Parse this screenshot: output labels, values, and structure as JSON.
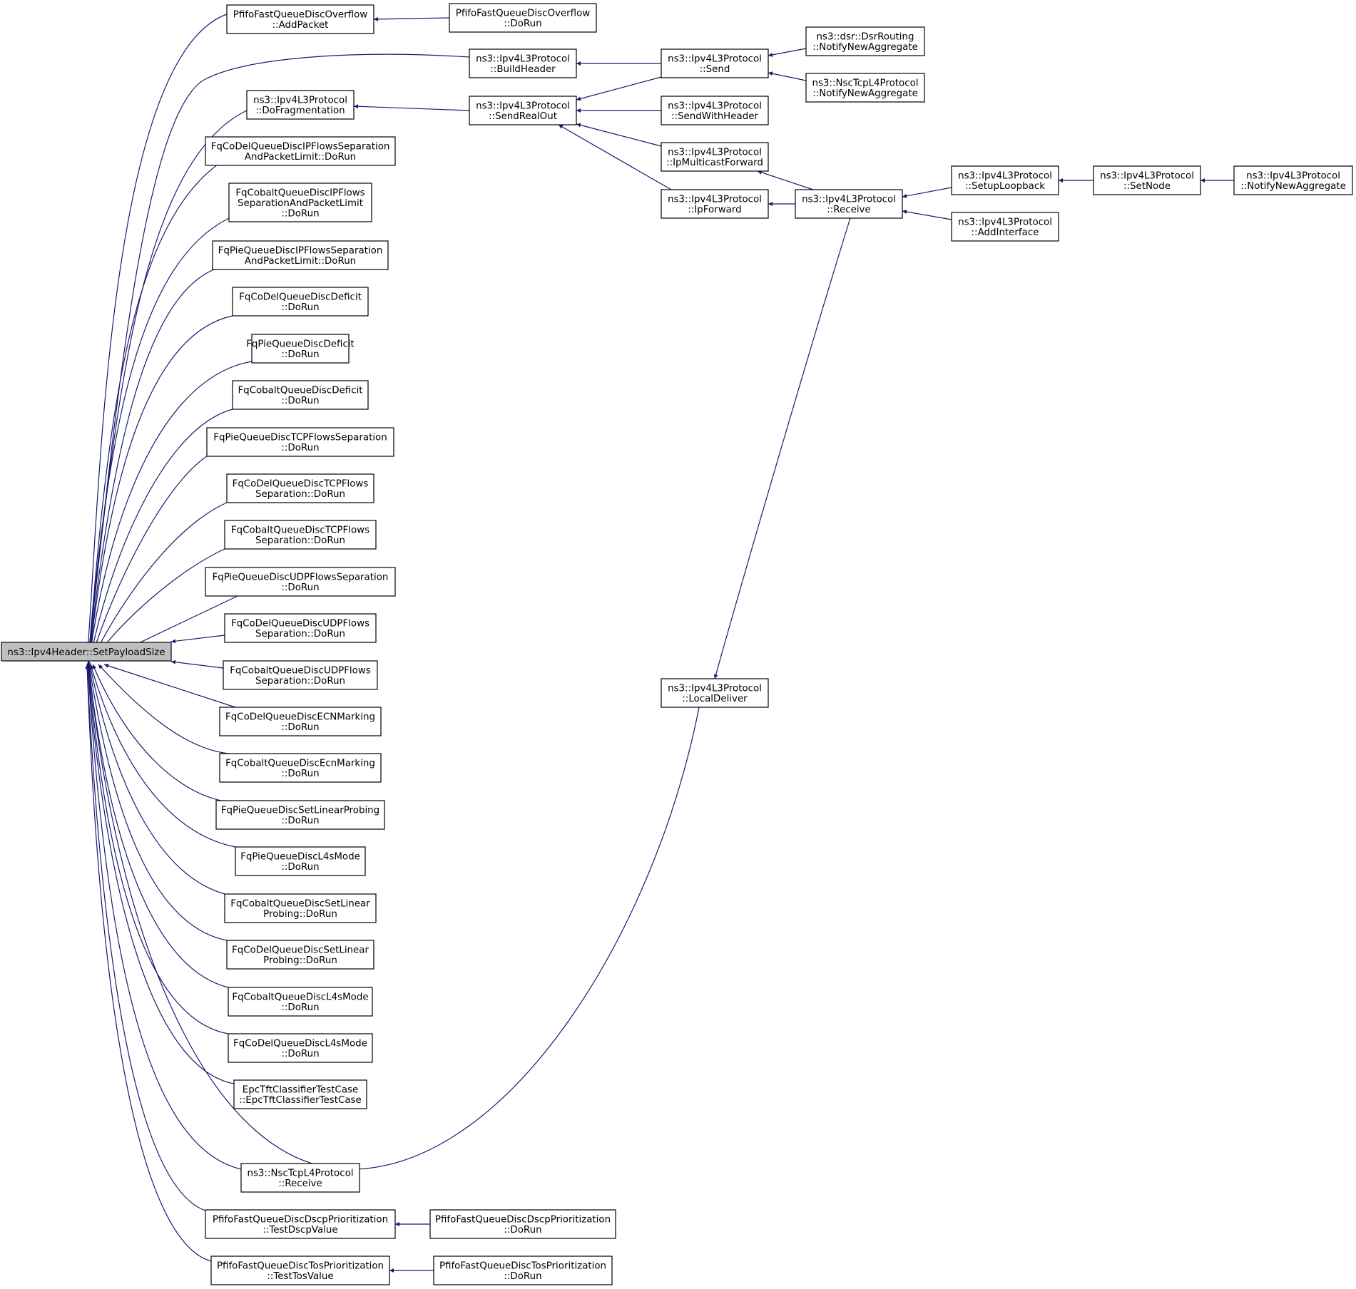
{
  "colors": {
    "edge": "#191970",
    "node_border": "#000000",
    "node_fill": "#ffffff",
    "focus_fill": "#bfbfbf"
  },
  "nodes": {
    "root": {
      "lines": [
        "ns3::Ipv4Header::SetPayloadSize"
      ],
      "focus": true
    },
    "pf_add": {
      "lines": [
        "PfifoFastQueueDiscOverflow",
        "::AddPacket"
      ]
    },
    "pf_run": {
      "lines": [
        "PfifoFastQueueDiscOverflow",
        "::DoRun"
      ]
    },
    "buildheader": {
      "lines": [
        "ns3::Ipv4L3Protocol",
        "::BuildHeader"
      ]
    },
    "send": {
      "lines": [
        "ns3::Ipv4L3Protocol",
        "::Send"
      ]
    },
    "dsr": {
      "lines": [
        "ns3::dsr::DsrRouting",
        "::NotifyNewAggregate"
      ]
    },
    "nsc_notify": {
      "lines": [
        "ns3::NscTcpL4Protocol",
        "::NotifyNewAggregate"
      ]
    },
    "dofrag": {
      "lines": [
        "ns3::Ipv4L3Protocol",
        "::DoFragmentation"
      ]
    },
    "sendrealout": {
      "lines": [
        "ns3::Ipv4L3Protocol",
        "::SendRealOut"
      ]
    },
    "sendwithheader": {
      "lines": [
        "ns3::Ipv4L3Protocol",
        "::SendWithHeader"
      ]
    },
    "ipmulticast": {
      "lines": [
        "ns3::Ipv4L3Protocol",
        "::IpMulticastForward"
      ]
    },
    "ipforward": {
      "lines": [
        "ns3::Ipv4L3Protocol",
        "::IpForward"
      ]
    },
    "receive": {
      "lines": [
        "ns3::Ipv4L3Protocol",
        "::Receive"
      ]
    },
    "setuploopback": {
      "lines": [
        "ns3::Ipv4L3Protocol",
        "::SetupLoopback"
      ]
    },
    "setnode": {
      "lines": [
        "ns3::Ipv4L3Protocol",
        "::SetNode"
      ]
    },
    "notifynewagg": {
      "lines": [
        "ns3::Ipv4L3Protocol",
        "::NotifyNewAggregate"
      ]
    },
    "addinterface": {
      "lines": [
        "ns3::Ipv4L3Protocol",
        "::AddInterface"
      ]
    },
    "localdeliver": {
      "lines": [
        "ns3::Ipv4L3Protocol",
        "::LocalDeliver"
      ]
    },
    "fqcodel_ip": {
      "lines": [
        "FqCoDelQueueDiscIPFlowsSeparation",
        "AndPacketLimit::DoRun"
      ]
    },
    "fqcobalt_ip": {
      "lines": [
        "FqCobaltQueueDiscIPFlows",
        "SeparationAndPacketLimit",
        "::DoRun"
      ]
    },
    "fqpie_ip": {
      "lines": [
        "FqPieQueueDiscIPFlowsSeparation",
        "AndPacketLimit::DoRun"
      ]
    },
    "fqcodel_def": {
      "lines": [
        "FqCoDelQueueDiscDeficit",
        "::DoRun"
      ]
    },
    "fqpie_def": {
      "lines": [
        "FqPieQueueDiscDeficit",
        "::DoRun"
      ]
    },
    "fqcobalt_def": {
      "lines": [
        "FqCobaltQueueDiscDeficit",
        "::DoRun"
      ]
    },
    "fqpie_tcp": {
      "lines": [
        "FqPieQueueDiscTCPFlowsSeparation",
        "::DoRun"
      ]
    },
    "fqcodel_tcp": {
      "lines": [
        "FqCoDelQueueDiscTCPFlows",
        "Separation::DoRun"
      ]
    },
    "fqcobalt_tcp": {
      "lines": [
        "FqCobaltQueueDiscTCPFlows",
        "Separation::DoRun"
      ]
    },
    "fqpie_udp": {
      "lines": [
        "FqPieQueueDiscUDPFlowsSeparation",
        "::DoRun"
      ]
    },
    "fqcodel_udp": {
      "lines": [
        "FqCoDelQueueDiscUDPFlows",
        "Separation::DoRun"
      ]
    },
    "fqcobalt_udp": {
      "lines": [
        "FqCobaltQueueDiscUDPFlows",
        "Separation::DoRun"
      ]
    },
    "fqcodel_ecn": {
      "lines": [
        "FqCoDelQueueDiscECNMarking",
        "::DoRun"
      ]
    },
    "fqcobalt_ecn": {
      "lines": [
        "FqCobaltQueueDiscEcnMarking",
        "::DoRun"
      ]
    },
    "fqpie_linear": {
      "lines": [
        "FqPieQueueDiscSetLinearProbing",
        "::DoRun"
      ]
    },
    "fqpie_l4s": {
      "lines": [
        "FqPieQueueDiscL4sMode",
        "::DoRun"
      ]
    },
    "fqcobalt_linear": {
      "lines": [
        "FqCobaltQueueDiscSetLinear",
        "Probing::DoRun"
      ]
    },
    "fqcodel_linear": {
      "lines": [
        "FqCoDelQueueDiscSetLinear",
        "Probing::DoRun"
      ]
    },
    "fqcobalt_l4s": {
      "lines": [
        "FqCobaltQueueDiscL4sMode",
        "::DoRun"
      ]
    },
    "fqcodel_l4s": {
      "lines": [
        "FqCoDelQueueDiscL4sMode",
        "::DoRun"
      ]
    },
    "epc": {
      "lines": [
        "EpcTftClassifierTestCase",
        "::EpcTftClassifierTestCase"
      ]
    },
    "nsc_receive": {
      "lines": [
        "ns3::NscTcpL4Protocol",
        "::Receive"
      ]
    },
    "pf_dscp_test": {
      "lines": [
        "PfifoFastQueueDiscDscpPrioritization",
        "::TestDscpValue"
      ]
    },
    "pf_dscp_run": {
      "lines": [
        "PfifoFastQueueDiscDscpPrioritization",
        "::DoRun"
      ]
    },
    "pf_tos_test": {
      "lines": [
        "PfifoFastQueueDiscTosPrioritization",
        "::TestTosValue"
      ]
    },
    "pf_tos_run": {
      "lines": [
        "PfifoFastQueueDiscTosPrioritization",
        "::DoRun"
      ]
    }
  }
}
